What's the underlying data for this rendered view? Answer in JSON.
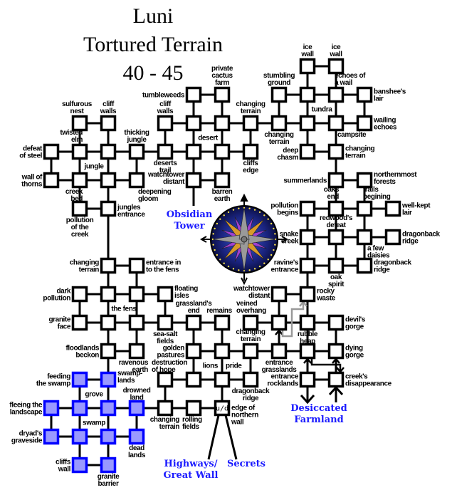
{
  "title": {
    "line1": "Luni",
    "line2": "Tortured Terrain",
    "line3": "40 - 45"
  },
  "colors": {
    "room_border": "#000000",
    "room_fill": "#ffffff",
    "swamp_border": "#0000ff",
    "swamp_fill": "#9999ff",
    "exit_text": "#1a1aff",
    "secret_path": "#999999"
  },
  "exits": {
    "obsidian": "Obsidian\nTower",
    "farmland": "Desiccated\nFarmland",
    "highways": "Highways/\nGreat Wall",
    "secrets": "Secrets"
  },
  "area_labels": {
    "jungle": "jungle",
    "desert": "desert",
    "tundra": "tundra",
    "fens": "the fens",
    "grove": "grove",
    "swamp": "swamp",
    "lions": "lions",
    "pride": "pride",
    "daisies": "a few\ndaisies"
  },
  "ud_label": "u/d",
  "rooms": {
    "sulfurous_nest": "sulfurous\nnest",
    "cliff_walls_j": "cliff\nwalls",
    "defeat_of_steel": "defeat\nof steel",
    "twisted_elm": "twisted\nelm",
    "jungle_c": "",
    "thicking_jungle": "thicking\njungle",
    "wall_of_thorns": "wall of\nthorns",
    "creek_bed": "creek\nbed",
    "jungle_d": "",
    "deepening_gloom": "deepening\ngloom",
    "pollution_creek": "pollution\nof the\ncreek",
    "jungles_entrance": "jungles\nentrance",
    "cliff_walls_d": "cliff\nwalls",
    "tumbleweeds": "tumbleweeds",
    "private_cactus": "private\ncactus\nfarm",
    "desert_a": "",
    "desert_b": "",
    "changing_terrain_d": "changing\nterrain",
    "deserts_trail": "deserts\ntrail",
    "desert_c": "",
    "desert_d": "",
    "cliffs_edge": "cliffs\nedge",
    "watchtower_distant_d": "watchtower\ndistant",
    "barren_earth": "barren\nearth",
    "ice_wall_1": "ice\nwall",
    "ice_wall_2": "ice\nwall",
    "stumbling_ground": "stumbling\nground",
    "tundra_a": "",
    "echoes": "echoes of\na wail",
    "banshee": "banshee's\nlair",
    "changing_terrain_t": "changing\nterrain",
    "tundra_b": "",
    "campsite": "campsite",
    "wailing_echoes": "wailing\nechoes",
    "deep_chasm": "deep\nchasm",
    "changing_terrain_t2": "changing\nterrain",
    "summerlands": "summerlands",
    "northernmost": "northernmost\nforests",
    "pollution_begins": "pollution\nbegins",
    "oaks_end": "oaks\nend",
    "trails_begining": "trails\nbegining",
    "well_kept": "well-kept\nlair",
    "snake_creek": "snake\ncreek",
    "redwoods_defeat": "redwood's\ndefeat",
    "redwood_c": "",
    "dragonback_1": "dragonback\nridge",
    "ravines_entrance": "ravine's\nentrance",
    "oak_spirit": "oak\nspirit",
    "dragonback_2": "dragonback\nridge",
    "watchtower_distant_r": "watchtower\ndistant",
    "rocky_waste": "rocky\nwaste",
    "veined_overhang": "veined\noverhang",
    "rubble_a": "",
    "rubble_heap": "rubble\nheap",
    "devils_gorge": "devil's\ngorge",
    "changing_terrain_r": "changing\nterrain",
    "entrance_grasslands": "entrance\ngrasslands",
    "rubble_b": "",
    "dying_gorge": "dying\ngorge",
    "dragonback_3": "dragonback\nridge",
    "entrance_rocklands": "entrance\nrocklands",
    "creeks_disappearance": "creek's\ndisappearance",
    "changing_terrain_f": "changing\nterrain",
    "entrance_fens": "entrance in\nto the fens",
    "dark_pollution": "dark\npollution",
    "fens_a": "",
    "fens_b": "",
    "floating_isles": "floating\nisles",
    "granite_face": "granite\nface",
    "fens_c": "",
    "fens_d": "",
    "sea_salt": "sea-salt\nfields",
    "floodlands": "floodlands\nbeckon",
    "ravenous_earth": "ravenous\nearth",
    "grasslands_end": "grassland's\nend",
    "remains": "remains",
    "golden_pastures": "golden\npastures",
    "center_a": "",
    "destruction": "destruction\nof hope",
    "lions_room": "",
    "center_b": "",
    "changing_terrain_s": "changing\nterrain",
    "rolling_fields": "rolling\nfields",
    "ud": "edge of\nnorthern\nwall",
    "feeding": "feeding\nthe swamp",
    "swamplands": "swamp-\nlands",
    "fleeing": "fleeing the\nlandscape",
    "grove_a": "",
    "grove_b": "",
    "drowned": "drowned\nland",
    "dryads": "dryad's\ngraveside",
    "swamp_a": "",
    "swamp_b": "",
    "dead_lands": "dead\nlands",
    "cliffs_wall": "cliffs\nwall",
    "granite_barrier": "granite\nbarrier"
  },
  "swamp_rooms": [
    "feeding",
    "swamplands",
    "fleeing",
    "grove_a",
    "grove_b",
    "drowned",
    "dryads",
    "swamp_a",
    "swamp_b",
    "dead_lands",
    "cliffs_wall",
    "granite_barrier"
  ],
  "connections": [
    [
      "sulfurous_nest",
      "cliff_walls_j"
    ],
    [
      "sulfurous_nest",
      "twisted_elm"
    ],
    [
      "cliff_walls_j",
      "jungle_c"
    ],
    [
      "defeat_of_steel",
      "twisted_elm"
    ],
    [
      "twisted_elm",
      "jungle_c"
    ],
    [
      "jungle_c",
      "thicking_jungle"
    ],
    [
      "thicking_jungle",
      "deserts_trail"
    ],
    [
      "defeat_of_steel",
      "wall_of_thorns"
    ],
    [
      "twisted_elm",
      "creek_bed"
    ],
    [
      "jungle_c",
      "jungle_d"
    ],
    [
      "thicking_jungle",
      "deepening_gloom"
    ],
    [
      "wall_of_thorns",
      "creek_bed"
    ],
    [
      "creek_bed",
      "jungle_d"
    ],
    [
      "jungle_d",
      "deepening_gloom"
    ],
    [
      "creek_bed",
      "pollution_creek"
    ],
    [
      "jungle_d",
      "jungles_entrance"
    ],
    [
      "pollution_creek",
      "jungles_entrance"
    ],
    [
      "jungles_entrance",
      "changing_terrain_f"
    ],
    [
      "tumbleweeds",
      "private_cactus"
    ],
    [
      "tumbleweeds",
      "desert_a"
    ],
    [
      "private_cactus",
      "desert_b"
    ],
    [
      "cliff_walls_d",
      "desert_a"
    ],
    [
      "desert_a",
      "desert_b"
    ],
    [
      "desert_b",
      "changing_terrain_d"
    ],
    [
      "changing_terrain_d",
      "changing_terrain_t"
    ],
    [
      "cliff_walls_d",
      "deserts_trail"
    ],
    [
      "desert_a",
      "desert_c"
    ],
    [
      "desert_b",
      "desert_d"
    ],
    [
      "changing_terrain_d",
      "cliffs_edge"
    ],
    [
      "deserts_trail",
      "desert_c"
    ],
    [
      "desert_c",
      "desert_d"
    ],
    [
      "desert_d",
      "cliffs_edge"
    ],
    [
      "desert_c",
      "watchtower_distant_d"
    ],
    [
      "desert_d",
      "barren_earth"
    ],
    [
      "watchtower_distant_d",
      "barren_earth"
    ],
    [
      "ice_wall_1",
      "ice_wall_2"
    ],
    [
      "ice_wall_1",
      "tundra_a"
    ],
    [
      "ice_wall_2",
      "echoes"
    ],
    [
      "stumbling_ground",
      "tundra_a"
    ],
    [
      "tundra_a",
      "echoes"
    ],
    [
      "echoes",
      "banshee"
    ],
    [
      "stumbling_ground",
      "changing_terrain_t"
    ],
    [
      "tundra_a",
      "tundra_b"
    ],
    [
      "echoes",
      "campsite"
    ],
    [
      "banshee",
      "wailing_echoes"
    ],
    [
      "changing_terrain_t",
      "tundra_b"
    ],
    [
      "tundra_b",
      "campsite"
    ],
    [
      "campsite",
      "wailing_echoes"
    ],
    [
      "tundra_b",
      "deep_chasm"
    ],
    [
      "campsite",
      "changing_terrain_t2"
    ],
    [
      "deep_chasm",
      "changing_terrain_t2"
    ],
    [
      "changing_terrain_t2",
      "summerlands"
    ],
    [
      "summerlands",
      "northernmost"
    ],
    [
      "summerlands",
      "oaks_end"
    ],
    [
      "northernmost",
      "trails_begining"
    ],
    [
      "pollution_begins",
      "oaks_end"
    ],
    [
      "oaks_end",
      "trails_begining"
    ],
    [
      "trails_begining",
      "well_kept"
    ],
    [
      "pollution_begins",
      "snake_creek"
    ],
    [
      "oaks_end",
      "redwoods_defeat"
    ],
    [
      "trails_begining",
      "redwood_c"
    ],
    [
      "snake_creek",
      "redwoods_defeat"
    ],
    [
      "redwoods_defeat",
      "redwood_c"
    ],
    [
      "redwood_c",
      "dragonback_1"
    ],
    [
      "snake_creek",
      "ravines_entrance"
    ],
    [
      "redwoods_defeat",
      "oak_spirit"
    ],
    [
      "redwood_c",
      "dragonback_2"
    ],
    [
      "ravines_entrance",
      "oak_spirit"
    ],
    [
      "oak_spirit",
      "dragonback_2"
    ],
    [
      "ravines_entrance",
      "rocky_waste"
    ],
    [
      "watchtower_distant_r",
      "rocky_waste"
    ],
    [
      "watchtower_distant_r",
      "rubble_a"
    ],
    [
      "rocky_waste",
      "rubble_heap"
    ],
    [
      "veined_overhang",
      "rubble_a"
    ],
    [
      "rubble_a",
      "rubble_heap"
    ],
    [
      "rubble_heap",
      "devils_gorge"
    ],
    [
      "rubble_heap",
      "rubble_b"
    ],
    [
      "devils_gorge",
      "dying_gorge"
    ],
    [
      "center_a",
      "changing_terrain_r"
    ],
    [
      "changing_terrain_r",
      "entrance_grasslands"
    ],
    [
      "entrance_grasslands",
      "rubble_b"
    ],
    [
      "rubble_b",
      "dying_gorge"
    ],
    [
      "changing_terrain_r",
      "dragonback_3"
    ],
    [
      "entrance_rocklands",
      "creeks_disappearance"
    ],
    [
      "changing_terrain_f",
      "entrance_fens"
    ],
    [
      "changing_terrain_f",
      "fens_a"
    ],
    [
      "entrance_fens",
      "fens_b"
    ],
    [
      "dark_pollution",
      "fens_a"
    ],
    [
      "fens_a",
      "fens_b"
    ],
    [
      "fens_b",
      "floating_isles"
    ],
    [
      "dark_pollution",
      "granite_face"
    ],
    [
      "fens_a",
      "fens_c"
    ],
    [
      "fens_b",
      "fens_d"
    ],
    [
      "floating_isles",
      "sea_salt"
    ],
    [
      "granite_face",
      "fens_c"
    ],
    [
      "fens_c",
      "fens_d"
    ],
    [
      "fens_d",
      "sea_salt"
    ],
    [
      "sea_salt",
      "grasslands_end"
    ],
    [
      "fens_c",
      "floodlands"
    ],
    [
      "fens_d",
      "ravenous_earth"
    ],
    [
      "floodlands",
      "ravenous_earth"
    ],
    [
      "floodlands",
      "swamplands"
    ],
    [
      "grasslands_end",
      "remains"
    ],
    [
      "grasslands_end",
      "golden_pastures"
    ],
    [
      "remains",
      "center_a"
    ],
    [
      "golden_pastures",
      "center_a"
    ],
    [
      "golden_pastures",
      "lions_room"
    ],
    [
      "center_a",
      "center_b"
    ],
    [
      "destruction",
      "lions_room"
    ],
    [
      "lions_room",
      "center_b"
    ],
    [
      "center_b",
      "dragonback_3"
    ],
    [
      "destruction",
      "changing_terrain_s"
    ],
    [
      "center_b",
      "ud"
    ],
    [
      "drowned",
      "changing_terrain_s"
    ],
    [
      "changing_terrain_s",
      "rolling_fields"
    ],
    [
      "rolling_fields",
      "ud"
    ],
    [
      "feeding",
      "swamplands"
    ],
    [
      "feeding",
      "grove_a"
    ],
    [
      "swamplands",
      "grove_b"
    ],
    [
      "fleeing",
      "grove_a"
    ],
    [
      "grove_a",
      "grove_b"
    ],
    [
      "grove_b",
      "drowned"
    ],
    [
      "fleeing",
      "dryads"
    ],
    [
      "grove_a",
      "swamp_a"
    ],
    [
      "grove_b",
      "swamp_b"
    ],
    [
      "drowned",
      "dead_lands"
    ],
    [
      "dryads",
      "swamp_a"
    ],
    [
      "swamp_a",
      "swamp_b"
    ],
    [
      "swamp_b",
      "dead_lands"
    ],
    [
      "swamp_a",
      "cliffs_wall"
    ],
    [
      "swamp_b",
      "granite_barrier"
    ],
    [
      "cliffs_wall",
      "granite_barrier"
    ]
  ],
  "one_way": [
    [
      "entrance_grasslands",
      "rubble_a"
    ],
    [
      "entrance_rocklands",
      "rubble_b"
    ],
    [
      "creeks_disappearance",
      "dying_gorge"
    ],
    [
      "rubble_b",
      "creeks_disappearance"
    ]
  ],
  "secret_path": [
    [
      "rubble_a",
      "rocky_waste"
    ]
  ]
}
